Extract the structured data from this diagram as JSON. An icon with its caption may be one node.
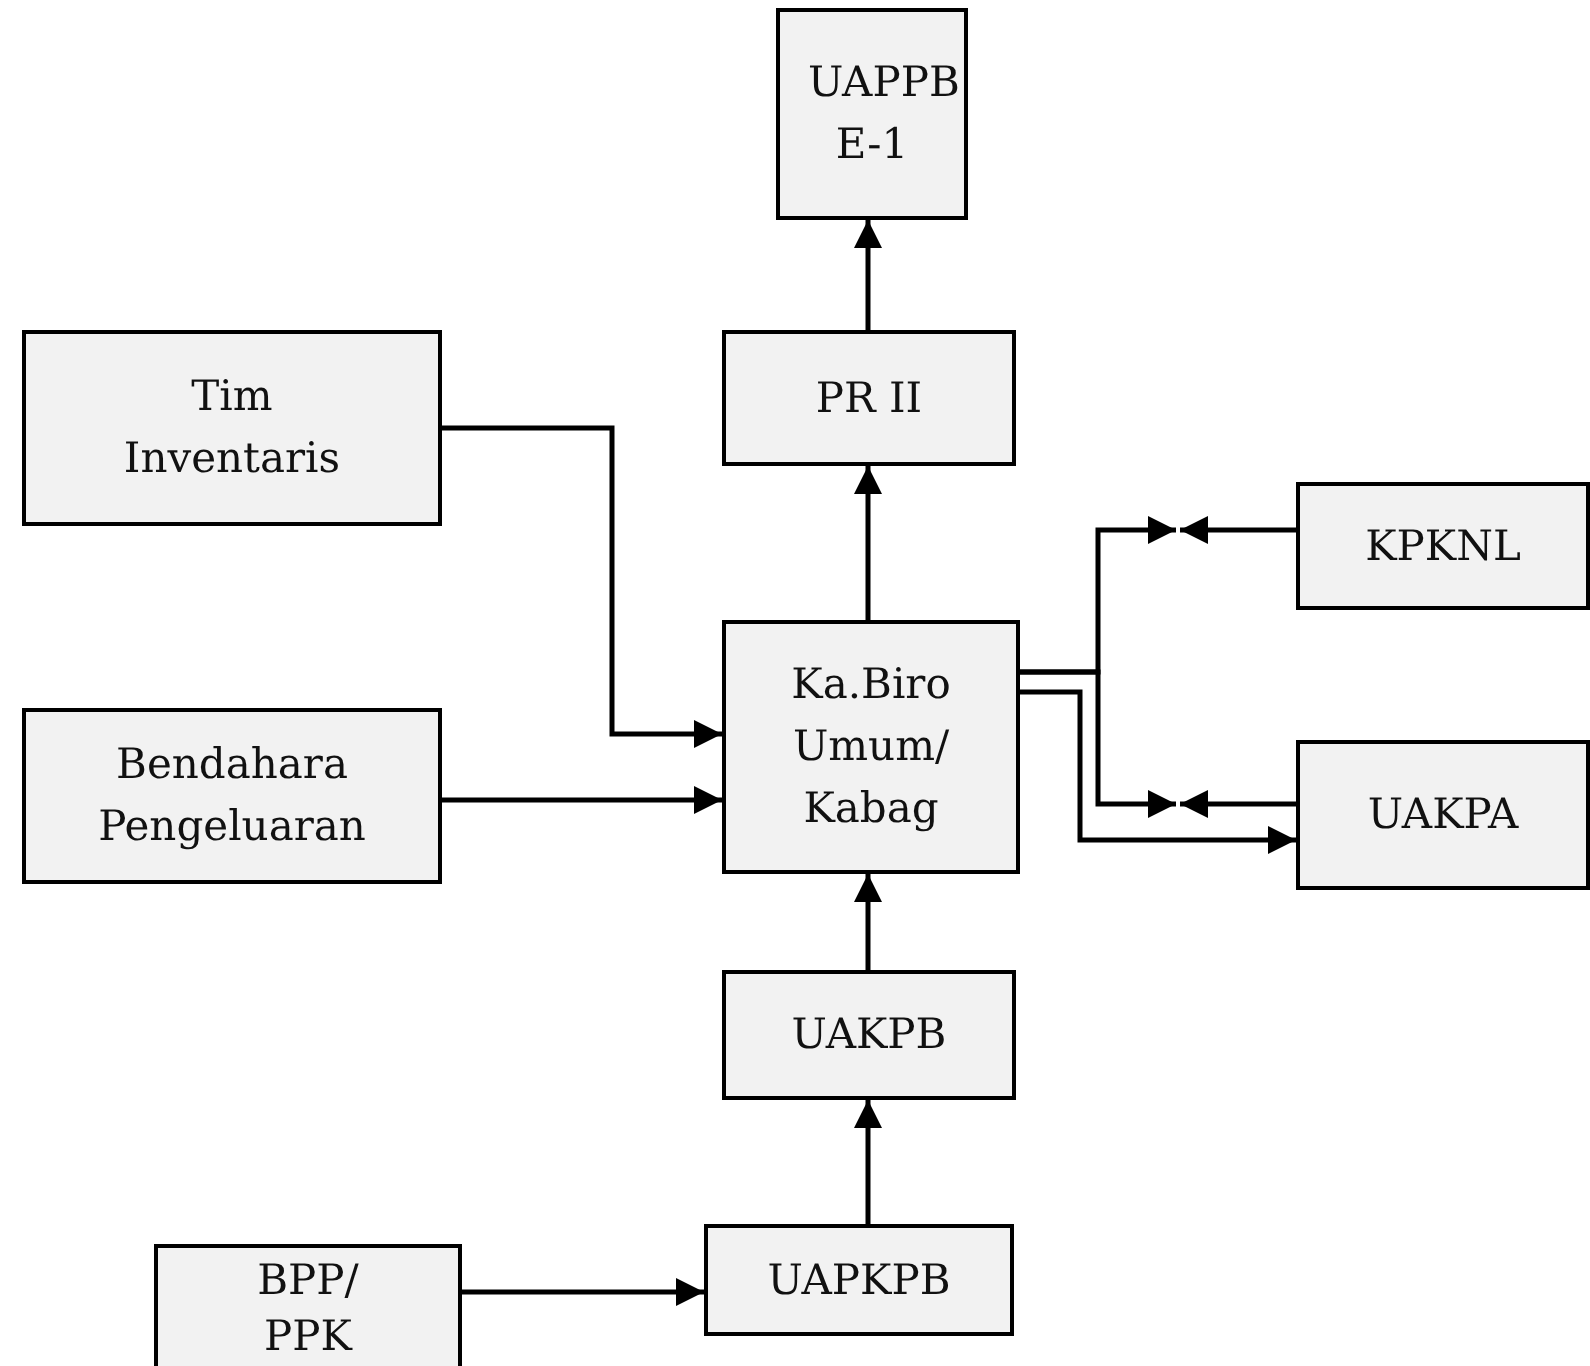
{
  "diagram": {
    "nodes": [
      {
        "text": [
          "UAPPB E-1"
        ]
      },
      {
        "text": [
          "PR II"
        ]
      },
      {
        "text": [
          "Tim Inventaris"
        ]
      },
      {
        "text": [
          "Ka.Biro Umum/ Kabag"
        ]
      },
      {
        "text": [
          "KPKNL"
        ]
      },
      {
        "text": [
          "Bendahara Pengeluaran"
        ]
      },
      {
        "text": [
          "UAKPA"
        ]
      },
      {
        "text": [
          "UAKPB"
        ]
      },
      {
        "text": [
          "BPP/ PPK"
        ]
      },
      {
        "text": [
          "UAPKPB"
        ]
      }
    ],
    "edges": [
      {
        "from": 1,
        "to": 0,
        "arrow": "to"
      },
      {
        "from": 3,
        "to": 1,
        "arrow": "to"
      },
      {
        "from": 2,
        "to": 3,
        "arrow": "to"
      },
      {
        "from": 5,
        "to": 3,
        "arrow": "to"
      },
      {
        "from": 3,
        "to": null,
        "arrow": "to"
      },
      {
        "from": 4,
        "to": null,
        "arrow": "to"
      },
      {
        "from": 3,
        "to": null,
        "arrow": "to"
      },
      {
        "from": 6,
        "to": null,
        "arrow": "to"
      },
      {
        "from": 3,
        "to": 6,
        "arrow": "to"
      },
      {
        "from": 7,
        "to": 3,
        "arrow": "to"
      },
      {
        "from": 9,
        "to": 7,
        "arrow": "to"
      },
      {
        "from": 8,
        "to": 9,
        "arrow": "to"
      }
    ]
  }
}
